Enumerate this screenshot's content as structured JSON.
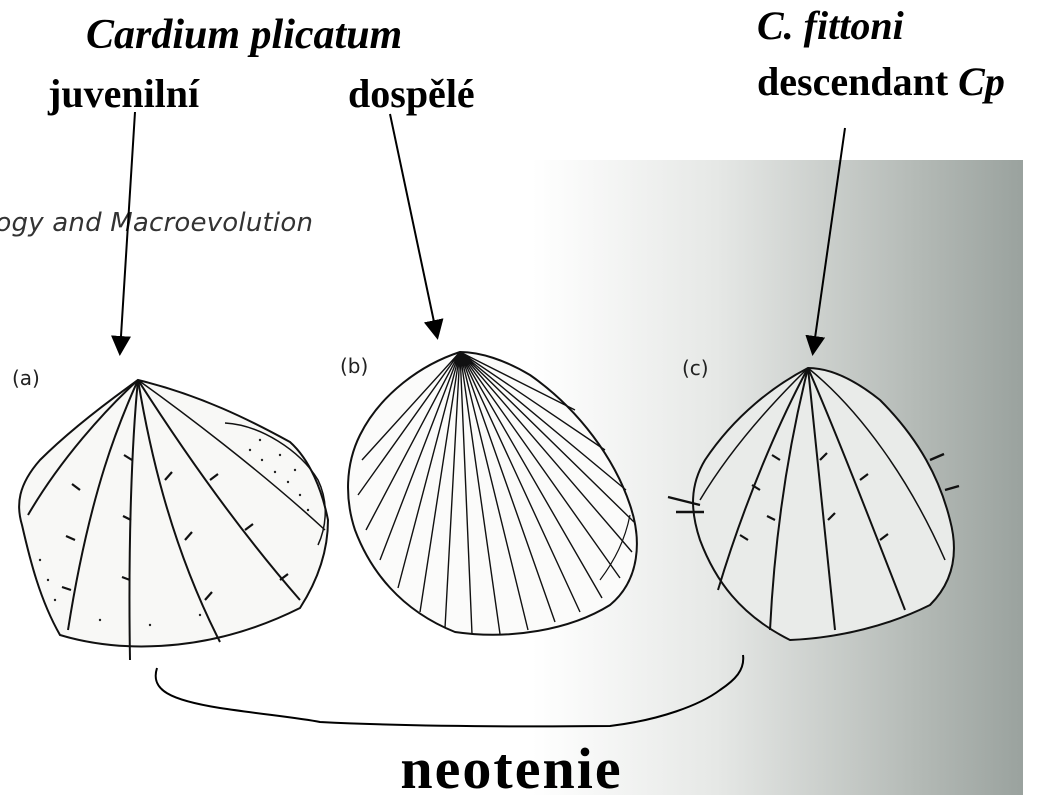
{
  "labels": {
    "species_a": "Cardium plicatum",
    "juvenile": "juvenilní",
    "adult": "dospělé",
    "species_c": "C. fittoni",
    "descendant_word": "descendant",
    "descendant_abbrev": "Cp",
    "bottom": "neotenie"
  },
  "scan": {
    "book_header": "logy and Macroevolution",
    "panel_letters": [
      "(a)",
      "(b)",
      "(c)"
    ]
  }
}
